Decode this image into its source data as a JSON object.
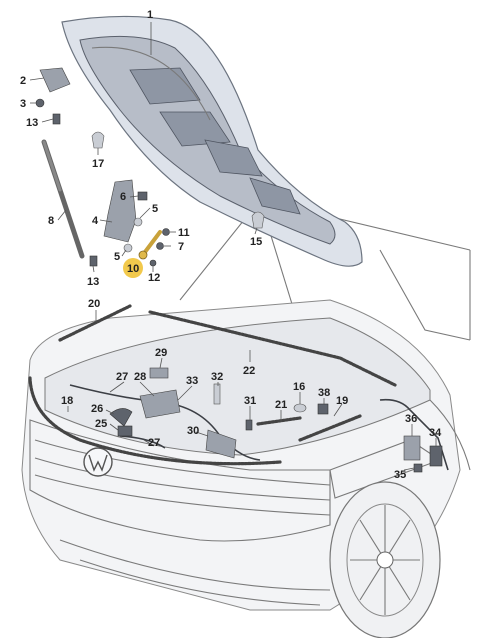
{
  "parts": {
    "p1": "1",
    "p2": "2",
    "p3": "3",
    "p4": "4",
    "p5a": "5",
    "p5b": "5",
    "p6": "6",
    "p7": "7",
    "p8": "8",
    "p10": "10",
    "p11": "11",
    "p12": "12",
    "p13a": "13",
    "p13b": "13",
    "p15": "15",
    "p16": "16",
    "p17": "17",
    "p18": "18",
    "p19": "19",
    "p20": "20",
    "p21": "21",
    "p22": "22",
    "p25": "25",
    "p26": "26",
    "p27a": "27",
    "p27b": "27",
    "p28": "28",
    "p29": "29",
    "p30": "30",
    "p31": "31",
    "p32": "32",
    "p33": "33",
    "p34": "34",
    "p35": "35",
    "p36": "36",
    "p38": "38"
  },
  "highlight_color": "#f2c94c",
  "highlighted_part": "10"
}
